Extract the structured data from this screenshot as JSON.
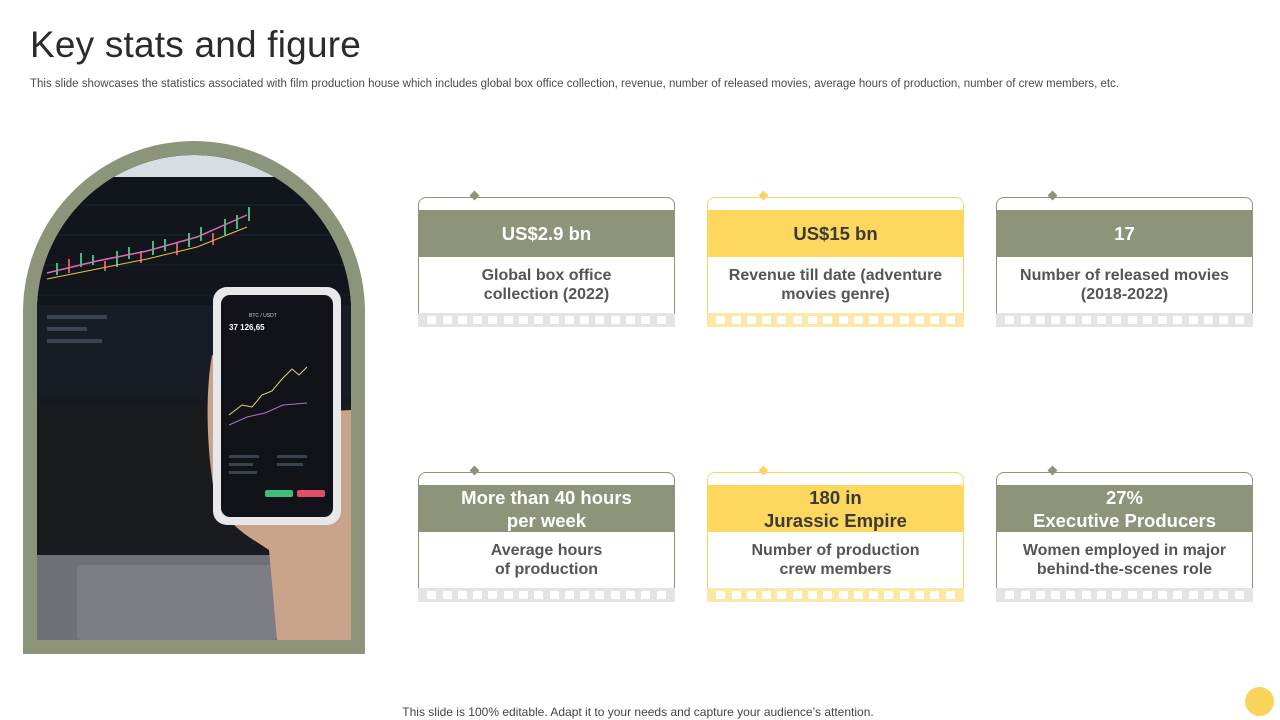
{
  "slide": {
    "title": "Key stats and figure",
    "subtitle": "This slide showcases the statistics associated with film production house which includes global box office collection, revenue, number of released movies, average hours of production, number of crew members, etc.",
    "footer": "This slide is 100% editable. Adapt it to your needs and capture your audience’s attention."
  },
  "photo": {
    "phone_price": "37 126,65",
    "phone_pair": "BTC / USDT"
  },
  "stats": [
    {
      "value": "US$2.9 bn",
      "label": "Global box office\ncollection (2022)",
      "theme": "green"
    },
    {
      "value": "US$15 bn",
      "label": "Revenue till date (adventure\nmovies genre)",
      "theme": "yellow"
    },
    {
      "value": "17",
      "label": "Number of released movies\n(2018-2022)",
      "theme": "green"
    },
    {
      "value": "More than 40 hours\nper week",
      "label": "Average hours\nof production",
      "theme": "green"
    },
    {
      "value": "180 in\nJurassic Empire",
      "label": "Number of production\ncrew members",
      "theme": "yellow"
    },
    {
      "value": "27%\nExecutive Producers",
      "label": "Women employed in major\nbehind-the-scenes role",
      "theme": "green"
    }
  ],
  "colors": {
    "green": "#8c9479",
    "yellow": "#fdd75e"
  }
}
